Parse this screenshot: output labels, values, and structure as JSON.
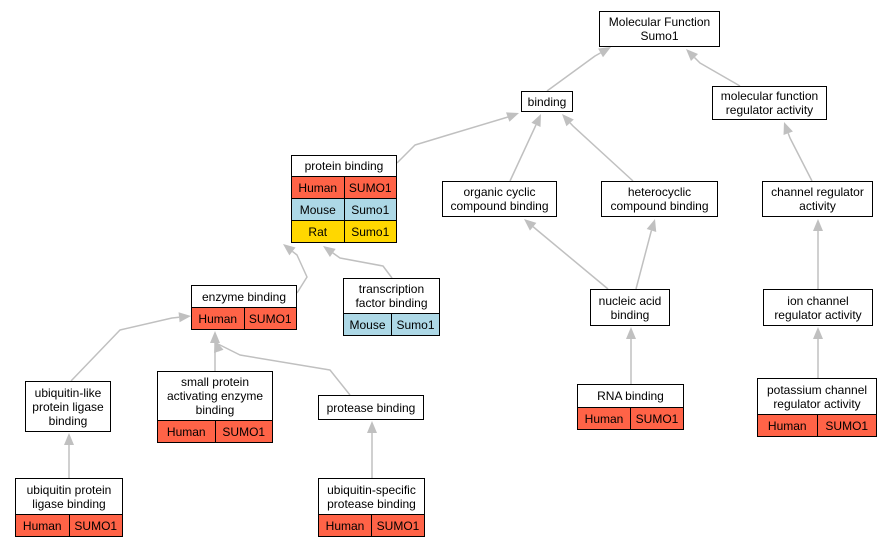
{
  "diagram": {
    "colors": {
      "Human": "#FF6347",
      "Mouse": "#ADD8E6",
      "Rat": "#FFD700",
      "edge": "#C0C0C0"
    },
    "nodes": [
      {
        "id": "mf",
        "label": "Molecular Function\nSumo1",
        "orthologs": []
      },
      {
        "id": "binding",
        "label": "binding",
        "orthologs": []
      },
      {
        "id": "mfreg",
        "label": "molecular function\nregulator activity",
        "orthologs": []
      },
      {
        "id": "protbind",
        "label": "protein binding",
        "orthologs": [
          {
            "species": "Human",
            "gene": "SUMO1"
          },
          {
            "species": "Mouse",
            "gene": "Sumo1"
          },
          {
            "species": "Rat",
            "gene": "Sumo1"
          }
        ]
      },
      {
        "id": "orgcyc",
        "label": "organic cyclic\ncompound binding",
        "orthologs": []
      },
      {
        "id": "hetcyc",
        "label": "heterocyclic\ncompound binding",
        "orthologs": []
      },
      {
        "id": "chanreg",
        "label": "channel regulator\nactivity",
        "orthologs": []
      },
      {
        "id": "enzbind",
        "label": "enzyme binding",
        "orthologs": [
          {
            "species": "Human",
            "gene": "SUMO1"
          }
        ]
      },
      {
        "id": "tfbind",
        "label": "transcription\nfactor binding",
        "orthologs": [
          {
            "species": "Mouse",
            "gene": "Sumo1"
          }
        ]
      },
      {
        "id": "nucbind",
        "label": "nucleic acid\nbinding",
        "orthologs": []
      },
      {
        "id": "ionchan",
        "label": "ion channel\nregulator activity",
        "orthologs": []
      },
      {
        "id": "ubqlike",
        "label": "ubiquitin-like\nprotein ligase\nbinding",
        "orthologs": []
      },
      {
        "id": "smallprot",
        "label": "small protein\nactivating enzyme\nbinding",
        "orthologs": [
          {
            "species": "Human",
            "gene": "SUMO1"
          }
        ]
      },
      {
        "id": "protease",
        "label": "protease binding",
        "orthologs": []
      },
      {
        "id": "rnabind",
        "label": "RNA binding",
        "orthologs": [
          {
            "species": "Human",
            "gene": "SUMO1"
          }
        ]
      },
      {
        "id": "potass",
        "label": "potassium channel\nregulator activity",
        "orthologs": [
          {
            "species": "Human",
            "gene": "SUMO1"
          }
        ]
      },
      {
        "id": "ubqlig",
        "label": "ubiquitin protein\nligase binding",
        "orthologs": [
          {
            "species": "Human",
            "gene": "SUMO1"
          }
        ]
      },
      {
        "id": "ubqspec",
        "label": "ubiquitin-specific\nprotease binding",
        "orthologs": [
          {
            "species": "Human",
            "gene": "SUMO1"
          }
        ]
      }
    ],
    "edges": [
      {
        "from": "binding",
        "to": "mf"
      },
      {
        "from": "mfreg",
        "to": "mf"
      },
      {
        "from": "protbind",
        "to": "binding"
      },
      {
        "from": "orgcyc",
        "to": "binding"
      },
      {
        "from": "hetcyc",
        "to": "binding"
      },
      {
        "from": "chanreg",
        "to": "mfreg"
      },
      {
        "from": "enzbind",
        "to": "protbind"
      },
      {
        "from": "tfbind",
        "to": "protbind"
      },
      {
        "from": "nucbind",
        "to": "orgcyc"
      },
      {
        "from": "nucbind",
        "to": "hetcyc"
      },
      {
        "from": "ionchan",
        "to": "chanreg"
      },
      {
        "from": "ubqlike",
        "to": "enzbind"
      },
      {
        "from": "smallprot",
        "to": "enzbind"
      },
      {
        "from": "protease",
        "to": "enzbind"
      },
      {
        "from": "rnabind",
        "to": "nucbind"
      },
      {
        "from": "potass",
        "to": "ionchan"
      },
      {
        "from": "ubqlig",
        "to": "ubqlike"
      },
      {
        "from": "ubqspec",
        "to": "protease"
      }
    ]
  }
}
